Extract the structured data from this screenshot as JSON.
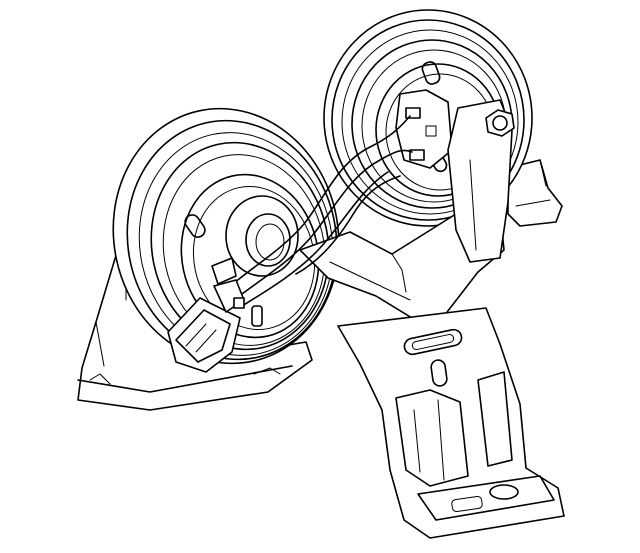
{
  "diagram": {
    "subject": "horn-assembly",
    "colors": {
      "line": "#000000",
      "background": "#ffffff"
    },
    "parts": [
      "low-note-horn",
      "high-note-horn",
      "mounting-bracket",
      "wiring-harness",
      "electrical-connector",
      "hex-bolt"
    ]
  }
}
